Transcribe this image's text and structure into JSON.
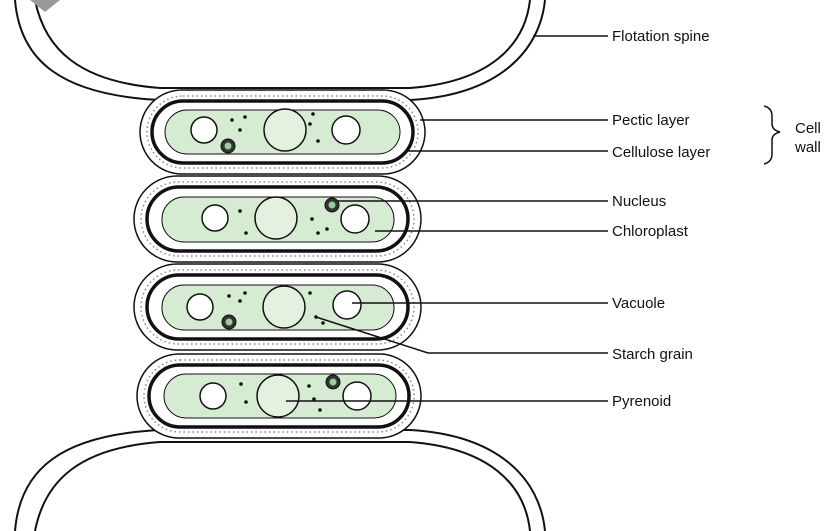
{
  "labels": {
    "flotation_spine": "Flotation spine",
    "pectic_layer": "Pectic layer",
    "cellulose_layer": "Cellulose layer",
    "cell_wall_line1": "Cell",
    "cell_wall_line2": "wall",
    "nucleus": "Nucleus",
    "chloroplast": "Chloroplast",
    "vacuole": "Vacuole",
    "starch_grain": "Starch grain",
    "pyrenoid": "Pyrenoid"
  },
  "colors": {
    "chloroplast_fill": "#d6ecd2",
    "pyrenoid_fill": "#e4f1e1",
    "outline": "#111111",
    "pectic_dots": "#888888"
  }
}
